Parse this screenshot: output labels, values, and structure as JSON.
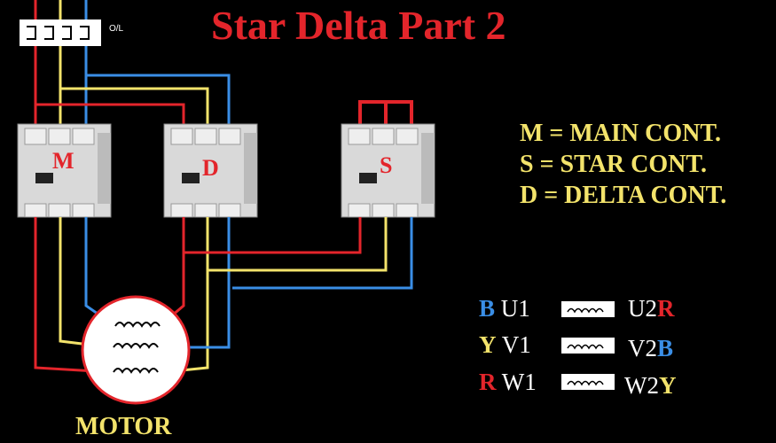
{
  "title": "Star Delta Part 2",
  "overload_label": "O/L",
  "contactors": {
    "main": {
      "letter": "M"
    },
    "delta": {
      "letter": "D"
    },
    "star": {
      "letter": "S"
    }
  },
  "legend": [
    "M = MAIN CONT.",
    "S = STAR CONT.",
    "D = DELTA CONT."
  ],
  "motor_label": "MOTOR",
  "windings": [
    {
      "start_phase": "B",
      "start": "U1",
      "end": "U2",
      "end_phase": "R"
    },
    {
      "start_phase": "Y",
      "start": "V1",
      "end": "V2",
      "end_phase": "B"
    },
    {
      "start_phase": "R",
      "start": "W1",
      "end": "W2",
      "end_phase": "Y"
    }
  ],
  "colors": {
    "red": "#e3252b",
    "yellow": "#f3e36b",
    "blue": "#3a8ee6",
    "background": "#000000"
  }
}
